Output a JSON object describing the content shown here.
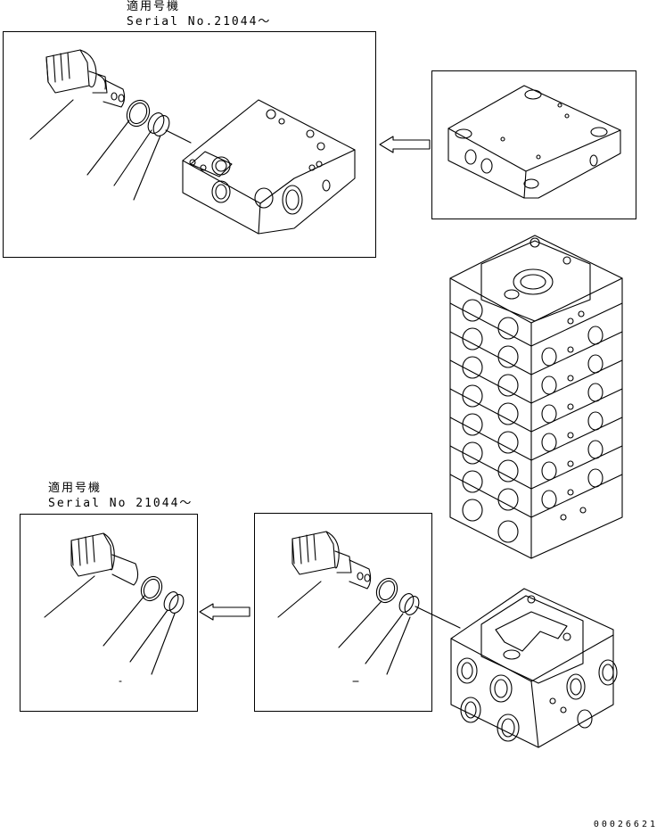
{
  "top_note": {
    "applicable": "適用号機",
    "serial": "Serial No.21044～"
  },
  "bottom_note": {
    "applicable": "適用号機",
    "serial": "Serial No 21044～"
  },
  "drawing_number": "00026621",
  "colors": {
    "line": "#000000",
    "background": "#ffffff"
  }
}
